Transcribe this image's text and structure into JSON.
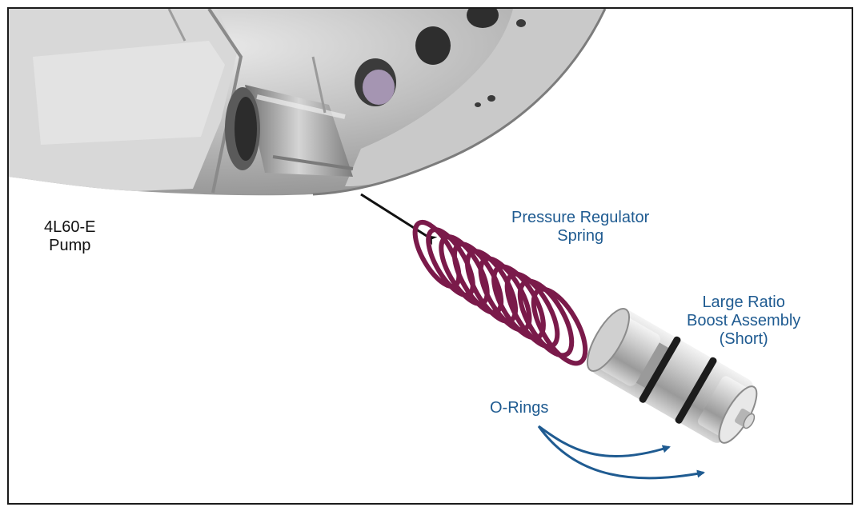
{
  "labels": {
    "pump": [
      "4L60-E",
      "Pump"
    ],
    "spring": [
      "Pressure Regulator",
      "Spring"
    ],
    "boost": [
      "Large Ratio",
      "Boost Assembly",
      "(Short)"
    ],
    "orings": "O-Rings"
  },
  "colors": {
    "label_blue": "#1f5b91",
    "label_black": "#111111",
    "spring": "#7a1a4a",
    "arrow_blue": "#1f5b91",
    "arrow_black": "#111111",
    "border": "#1b1b1b"
  },
  "icons": {
    "pump": "pump-housing-photo",
    "spring": "coil-spring",
    "boost": "valve-assembly",
    "arrow": "arrow-icon"
  }
}
